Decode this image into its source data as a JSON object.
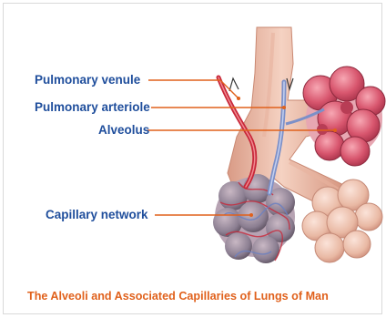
{
  "labels": {
    "pulmonary_venule": "Pulmonary venule",
    "pulmonary_arteriole": "Pulmonary arteriole",
    "alveolus": "Alveolus",
    "capillary_network": "Capillary network"
  },
  "caption": "The Alveoli and Associated Capillaries of Lungs of Man",
  "colors": {
    "label_text": "#1f4e9c",
    "caption_text": "#e0611c",
    "leader_line": "#e0611c",
    "bronchiole": "#e9b7a3",
    "alveolus_fill": "#d8566e",
    "venule_red": "#c8283a",
    "arteriole_blue": "#7c90c8",
    "capillary_gray": "#8c7f92"
  }
}
